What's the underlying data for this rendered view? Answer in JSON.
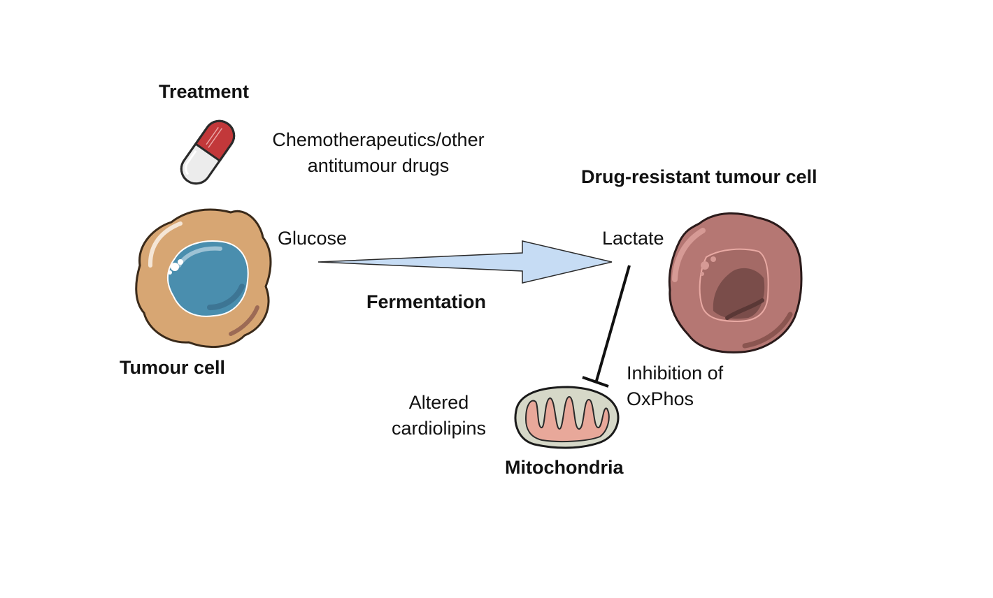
{
  "diagram": {
    "treatment": {
      "title": "Treatment",
      "drug_label_line1": "Chemotherapeutics/other",
      "drug_label_line2": "antitumour drugs",
      "icon": "pill-capsule-icon"
    },
    "tumour_cell": {
      "label": "Tumour cell",
      "icon": "tumour-cell-icon"
    },
    "pathway": {
      "input": "Glucose",
      "process": "Fermentation",
      "output": "Lactate",
      "arrow_icon": "fermentation-arrow-icon"
    },
    "resistant_cell": {
      "label": "Drug-resistant tumour cell",
      "icon": "drug-resistant-cell-icon"
    },
    "inhibition": {
      "line1": "Inhibition of",
      "line2": "OxPhos",
      "icon": "inhibition-bar-icon"
    },
    "mitochondria": {
      "label": "Mitochondria",
      "note_line1": "Altered",
      "note_line2": "cardiolipins",
      "icon": "mitochondria-icon"
    },
    "colors": {
      "pill_red": "#c2383a",
      "pill_white": "#ececec",
      "tumour_cytoplasm": "#d7a673",
      "tumour_nucleus": "#4a8eae",
      "resistant_cytoplasm": "#b57773",
      "resistant_nucleus": "#7a4d4a",
      "arrow_fill": "#c6dcf4",
      "mito_matrix": "#e8a89a",
      "mito_space": "#d6d8c8"
    }
  }
}
